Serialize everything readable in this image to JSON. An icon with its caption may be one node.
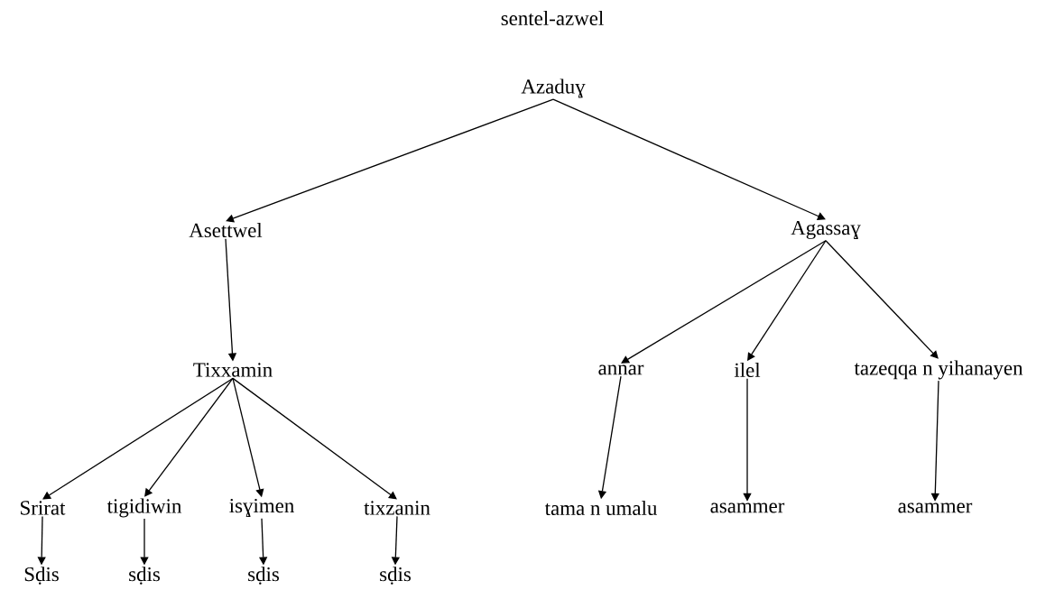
{
  "diagram": {
    "title": "sentel-azwel",
    "nodes": [
      {
        "text": [
          "Azaduɣ"
        ]
      },
      {
        "text": [
          "Asettwel"
        ]
      },
      {
        "text": [
          "Agassaɣ"
        ]
      },
      {
        "text": [
          "Tixxamin"
        ]
      },
      {
        "text": [
          "Srirat"
        ]
      },
      {
        "text": [
          "tigidiwin"
        ]
      },
      {
        "text": [
          "isɣimen"
        ]
      },
      {
        "text": [
          "tixzanin"
        ]
      },
      {
        "text": [
          "Sḍis"
        ]
      },
      {
        "text": [
          "sḍis"
        ]
      },
      {
        "text": [
          "sḍis"
        ]
      },
      {
        "text": [
          "sḍis"
        ]
      },
      {
        "text": [
          "annar"
        ]
      },
      {
        "text": [
          "ilel"
        ]
      },
      {
        "text": [
          "tazeqqa n yihanayen"
        ]
      },
      {
        "text": [
          "tama n umalu"
        ]
      },
      {
        "text": [
          "asammer"
        ]
      },
      {
        "text": [
          "asammer"
        ]
      }
    ],
    "edges": [
      {
        "from": 0,
        "to": 1,
        "arrow": "to"
      },
      {
        "from": 0,
        "to": 2,
        "arrow": "to"
      },
      {
        "from": 1,
        "to": 3,
        "arrow": "to"
      },
      {
        "from": 3,
        "to": 4,
        "arrow": "to"
      },
      {
        "from": 3,
        "to": 5,
        "arrow": "to"
      },
      {
        "from": 3,
        "to": 6,
        "arrow": "to"
      },
      {
        "from": 3,
        "to": 7,
        "arrow": "to"
      },
      {
        "from": 4,
        "to": 8,
        "arrow": "to"
      },
      {
        "from": 5,
        "to": 9,
        "arrow": "to"
      },
      {
        "from": 6,
        "to": 10,
        "arrow": "to"
      },
      {
        "from": 7,
        "to": 11,
        "arrow": "to"
      },
      {
        "from": 2,
        "to": 12,
        "arrow": "to"
      },
      {
        "from": 2,
        "to": 13,
        "arrow": "to"
      },
      {
        "from": 2,
        "to": 14,
        "arrow": "to"
      },
      {
        "from": 12,
        "to": 15,
        "arrow": "to"
      },
      {
        "from": 13,
        "to": 16,
        "arrow": "to"
      },
      {
        "from": 14,
        "to": 17,
        "arrow": "to"
      }
    ]
  }
}
